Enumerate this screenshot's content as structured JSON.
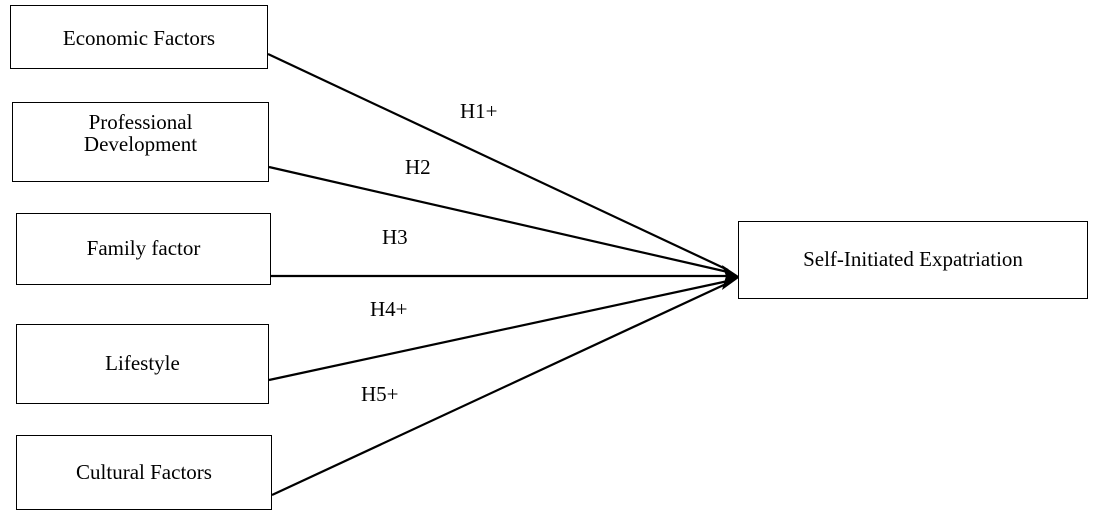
{
  "diagram": {
    "sources": [
      {
        "id": "economic",
        "label": "Economic Factors"
      },
      {
        "id": "professional",
        "label": "Professional\nDevelopment"
      },
      {
        "id": "family",
        "label": "Family factor"
      },
      {
        "id": "lifestyle",
        "label": "Lifestyle"
      },
      {
        "id": "cultural",
        "label": "Cultural Factors"
      }
    ],
    "target": {
      "id": "sie",
      "label": "Self-Initiated Expatriation"
    },
    "hypotheses": [
      {
        "label": "H1+",
        "from": "economic",
        "to": "sie"
      },
      {
        "label": "H2",
        "from": "professional",
        "to": "sie"
      },
      {
        "label": "H3",
        "from": "family",
        "to": "sie"
      },
      {
        "label": "H4+",
        "from": "lifestyle",
        "to": "sie"
      },
      {
        "label": "H5+",
        "from": "cultural",
        "to": "sie"
      }
    ]
  },
  "colors": {
    "line": "#000000",
    "box_border": "#000000",
    "background": "#ffffff"
  }
}
